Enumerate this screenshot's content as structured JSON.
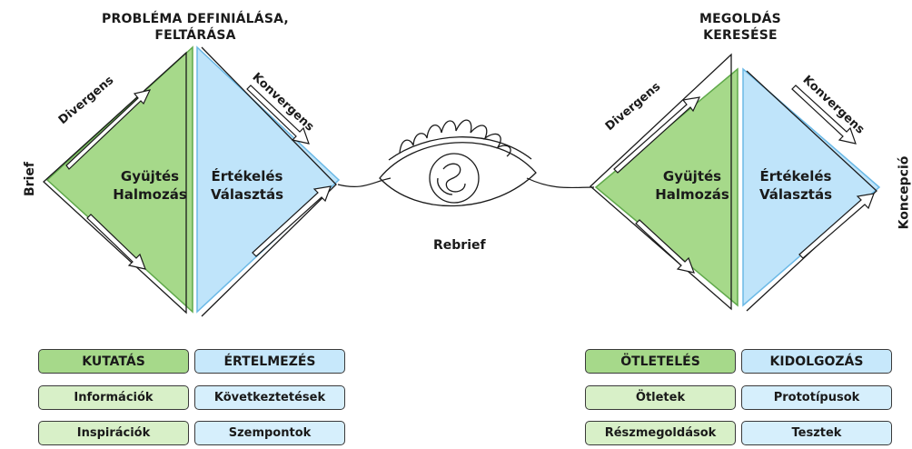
{
  "headings": {
    "problem": [
      "PROBLÉMA DEFINIÁLÁSA,",
      "FELTÁRÁSA"
    ],
    "solution": [
      "MEGOLDÁS",
      "KERESÉSE"
    ]
  },
  "diamond_left": {
    "green": [
      "Gyüjtés",
      "Halmozás"
    ],
    "blue": [
      "Értékelés",
      "Választás"
    ],
    "divergens": "Divergens",
    "konvergens": "Konvergens"
  },
  "diamond_right": {
    "green": [
      "Gyüjtés",
      "Halmozás"
    ],
    "blue": [
      "Értékelés",
      "Választás"
    ],
    "divergens": "Divergens",
    "konvergens": "Konvergens"
  },
  "side_labels": {
    "brief": "Brief",
    "koncepcio": "Koncepció"
  },
  "rebrief": "Rebrief",
  "table_left": {
    "col1": [
      "KUTATÁS",
      "Információk",
      "Inspirációk"
    ],
    "col2": [
      "ÉRTELMEZÉS",
      "Következtetések",
      "Szempontok"
    ]
  },
  "table_right": {
    "col1": [
      "ÖTLETELÉS",
      "Ötletek",
      "Részmegoldások"
    ],
    "col2": [
      "KIDOLGOZÁS",
      "Prototípusok",
      "Tesztek"
    ]
  },
  "colors": {
    "green": "#a6d98a",
    "green_light": "#d8f0c8",
    "blue": "#bfe4fa",
    "blue_light": "#d6effc",
    "outline": "#1a1a1a"
  }
}
